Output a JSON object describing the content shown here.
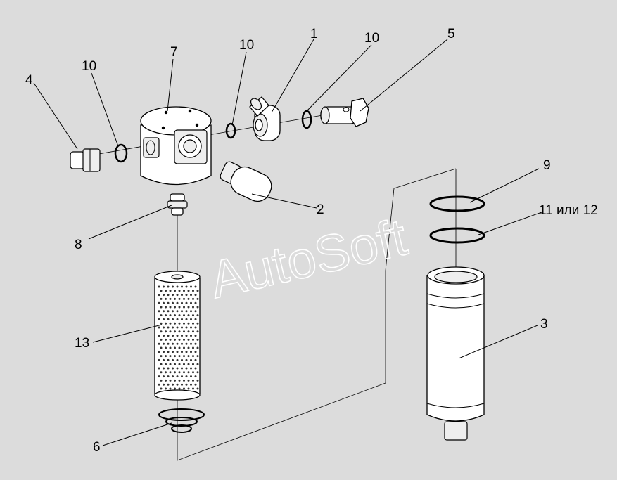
{
  "labels": {
    "l1": "1",
    "l2": "2",
    "l3": "3",
    "l4": "4",
    "l5": "5",
    "l6": "6",
    "l7": "7",
    "l8": "8",
    "l9": "9",
    "l10a": "10",
    "l10b": "10",
    "l10c": "10",
    "l11": "11 или 12",
    "l13": "13"
  },
  "watermark": "AutoSoft",
  "colors": {
    "background": "#dcdcdc",
    "parts": "#ffffff",
    "ink": "#000000"
  }
}
